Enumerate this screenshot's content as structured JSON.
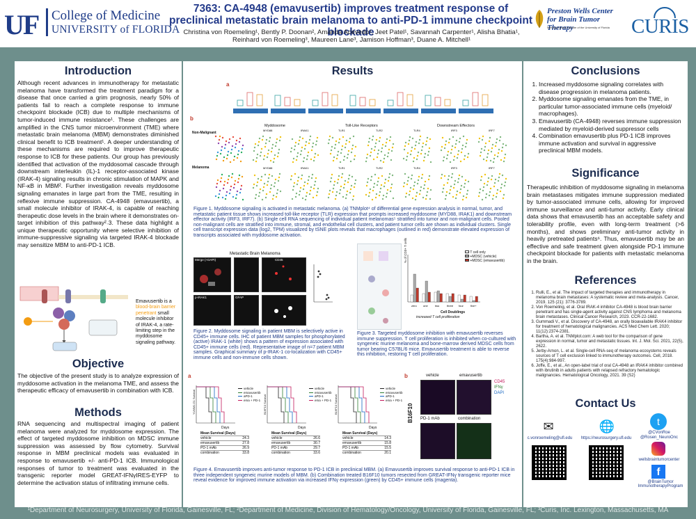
{
  "header": {
    "uf_mark": "UF",
    "college_line1": "College of Medicine",
    "college_line2": "UNIVERSITY of FLORIDA",
    "title": "7363: CA-4948 (emavusertib) improves treatment response of preclinical metastatic brain melanoma to anti-PD-1 immune checkpoint blockade",
    "authors": "Christina von Roemeling¹, Bently P. Doonan², Amanda Acevedo¹, Jeet Patel¹, Savannah Carpenter¹, Alisha Bhatia¹, Reinhard von Roemeling³, Maureen Lane³, Jamison Hoffman³, Duane A. Mitchell¹",
    "center_name_line1": "Preston Wells Center",
    "center_name_line2": "for Brain Tumor Therapy",
    "center_sub": "McKnight Brain Institute of the University of Florida",
    "curis_logo": "CURIS"
  },
  "introduction": {
    "heading": "Introduction",
    "text": "Although recent advances in immunotherapy for metastatic melanoma have transformed the treatment paradigm for a disease that once carried a grim prognosis, nearly 50% of patients fail to reach a complete response to immune checkpoint blockade (ICB) due to multiple mechanisms of tumor-induced immune resistance¹. These challenges are amplified in the CNS tumor microenvironment (TME) where metastatic brain melanoma (MBM) demonstrates diminished clinical benefit to ICB treatment¹. A deeper understanding of these mechanisms are required to improve therapeutic response to ICB for these patients. Our group has previously identified that activation of the myddosomal cascade through downstream interleukin (IL)-1 receptor-associated kinase (IRAK-4) signaling results in chronic stimulation of MAPK and NF-κB in MBM². Further investigation reveals myddosome signaling emanates in large part from the TME, resulting in reflexive immune suppression. CA-4948 (emavusertib), a small molecule inhibitor of IRAK-4, is capable of reaching therapeutic dose levels in the brain where it demonstrates on-target inhibition of this pathway²˒3. These data highlight a unique therapeutic opportunity where selective inhibition of immune-suppressive signaling via targeted IRAK-4 blockade may sensitize MBM to anti-PD-1 ICB.",
    "diagram_caption_pre": "Emavusertib is a ",
    "diagram_caption_hl": "blood-brain barrier penetrant",
    "diagram_caption_post": " small molecule inhibitor of IRAK-4, a rate-limiting step in the myddosome signaling pathway.",
    "highlight_color": "#f39c12"
  },
  "objective": {
    "heading": "Objective",
    "text": "The objective of the present study is to analyze expression of myddosome activation in the melanoma TME, and assess the therapeutic efficacy of emavusertib in combination with ICB."
  },
  "methods": {
    "heading": "Methods",
    "text": "RNA sequencing and multispectral imaging of patient melanoma were analyzed for myddosome expression. The effect of targeted myddosome inhibition on MDSC immune suppression was assessed by flow cytometry. Survival response in MBM preclinical models was evaluated in response to emavusertib +/- anti-PD-1 ICB. Immunological responses of tumor to treatment was evaluated in the transgenic reporter model GREAT-IFNγIRES-EYFP to determine the activation status of infiltrating immune cells."
  },
  "results": {
    "heading": "Results",
    "panel_a": "a",
    "panel_b": "b",
    "fig1_row_labels": [
      "Non-Malignant",
      "Melanoma"
    ],
    "fig1_col_groups": [
      "Myddosome",
      "Toll-Like Receptors",
      "Downstream Effectors"
    ],
    "fig1_genes": [
      "MYD88",
      "IRAK1",
      "TLR1",
      "TLR2",
      "TLR4",
      "IRF3",
      "IRF7"
    ],
    "fig1_caption": "Figure 1. Myddosome signaling is activated in metastatic melanoma. (a) TNMplot⁴ of differential gene expression analysis in normal, tumor, and metastatic patient tissue shows increased toll-like receptor (TLR) expression that prompts increased myddosome (MYD88, IRAK1) and downstream effector activity (IRF3, IRF7). (b) Single cell RNA sequencing of individual patient melanomas⁵ stratified into tumor and non-malignant cells. Pooled non-malignant cells are stratified into immune, stromal, and endothelial cell clusters, and patient tumor cells are shown as individual clusters. Single cell transcript expression data (log2, TPM) visualized by tSNE plots reveals that macrophages (outlined in red) demonstrate elevated expression of transcripts associated with myddosome activation.",
    "fig2_title": "Metastatic Brain Melanoma",
    "fig2_labels": [
      "Merge (+DAPI)",
      "CD45",
      "p-IRAK1",
      "GFAP"
    ],
    "fig2_caption": "Figure 2. Myddosome signaling in patient MBM is selectively active in CD45+ immune cells. IHC of patient MBM samples for phosphorylated (active) IRAK-1 (white) shows a pattern of expression associated with CD45+ immune cells (red). Representative image of n=7 patient MBM samples. Graphical summary of p-IRAK-1 co-localization with CD45+ immune cells and non-immune cells shown.",
    "fig3_legend": [
      "T cell only",
      "+MDSC (vehicle)",
      "+MDSC (emavusertib)"
    ],
    "fig3_ylabel": "% of CD3+ T cells",
    "fig3_xlabel": "Cell Doublings",
    "fig3_xlabel2": "increased T cell proliferation",
    "fig3_categories": [
      "zero",
      "one",
      "two",
      "three",
      "four",
      "five+"
    ],
    "fig3_caption": "Figure 3. Targeted myddosome inhibition with emavusertib reverses immune suppression. T cell proliferation is inhibited when co-cultured with syngeneic murine melanoma and bone-marrow derived MDSC cells from tumor bearing C57BL/6 mice. Emavusertib treatment is able to reverse this inhibition, restoring T cell proliferation.",
    "fig4_panel_a": "a",
    "fig4_panel_b": "b",
    "fig4_legend": [
      "vehicle",
      "emavusertib",
      "aPD-1",
      "ema + PD-1"
    ],
    "fig4_xlabel": "Days",
    "fig4_ylabels": [
      "YUMM1.G1 Survival",
      "B16F10 Survival",
      "B16F10 Survival"
    ],
    "fig4_tables": [
      {
        "title": "Mean Survival (Days)",
        "rows": [
          [
            "vehicle",
            "24.3"
          ],
          [
            "emavusertib",
            "27.8"
          ],
          [
            "PD-1 mAb",
            "26.9"
          ],
          [
            "combination",
            "33.8"
          ]
        ]
      },
      {
        "title": "Mean Survival (Days)",
        "rows": [
          [
            "vehicle",
            "26.6"
          ],
          [
            "emavusertib",
            "30.7"
          ],
          [
            "PD-1 mAb",
            "29.7"
          ],
          [
            "combination",
            "33.6"
          ]
        ]
      },
      {
        "title": "Mean Survival (Days)",
        "rows": [
          [
            "vehicle",
            "14.3"
          ],
          [
            "emavusertib",
            "15.8"
          ],
          [
            "PD-1 mAb",
            "15.5"
          ],
          [
            "combination",
            "20.1"
          ]
        ]
      }
    ],
    "fig4_img_labels": [
      "vehicle",
      "emavusertib",
      "PD-1 mAb",
      "combination"
    ],
    "fig4_side_label": "B16F10",
    "fig4_channels": [
      "CD45",
      "IFNγ",
      "DAPI"
    ],
    "fig4_caption": "Figure 4. Emavusertib improves anti-tumor response to PD-1 ICB in preclinical MBM. (a) Emavusertib improves survival response to anti-PD-1 ICB in three independent syngeneic murine models of MBM. (b) Combination treated B16F10 tumors resected from GREAT-IFNγ transgenic reporter mice reveal evidence for improved immune activation via increased IFNγ expression (green) by CD45+ immune cells (magenta)."
  },
  "conclusions": {
    "heading": "Conclusions",
    "items": [
      "Increased myddosome signaling correlates with disease progression in melanoma patients.",
      "Myddosome signaling emanates from the TME, in particular tumor-associated immune cells (myeloid/ macrophages).",
      "Emavusertib (CA-4948) reverses immune suppression mediated by myeloid-derived suppressor cells",
      "Combination emavusertib plus PD-1 ICB improves immune activation and survival in aggressive preclinical MBM models."
    ]
  },
  "significance": {
    "heading": "Significance",
    "text": "Therapeutic inhibition of myddosome signaling in melanoma brain metastases mitigates immune suppression mediated by tumor-associated immune cells, allowing for improved immune surveillance and anti-tumor activity. Early clinical data shows that emavusertib has an acceptable safety and tolerability profile, even with long-term treatment (>6 months), and shows preliminary anti-tumor activity in heavily pretreated patients⁶. Thus, emavusertib may be an effective and safe treatment given alongside PD-1 immune checkpoint blockade for patients with metastatic melanoma in the brain."
  },
  "references": {
    "heading": "References",
    "items": [
      "Rulli, E., et al. The impact of targeted therapies and immunotherapy in melanoma brain metastases: A systematic review and meta-analysis. Cancer, 2019. 125 (21): 3776-3789.",
      "Von Roemeling, et al. Oral IRAK-4 inhibitor CA-4948 is blood brain barrier penetrant and has single-agent activity against CNS lymphoma and melanoma brain metastases. Clinical Cancer Research, 2023. CCR-22-1682.",
      "Gummadi V., et al. Discovery of CA-4948, an orally bioavailable IRAK4 inhibitor for treatment of hematological malignancies. ACS Med Chem Lett. 2020; 11(12):2374-2381.",
      "Bartha, A. et al. TNMplot.com: A web tool for the comparison of gene expression in normal, tumor and metastatic tissues. Int. J. Mol. Sci. 2021, 22(5), 2622.",
      "Jerby-Arnon, L. et al. Single-cell RNA-seq of melanoma ecosystems reveals sources of T cell exclusion linked to immunotherapy outcomes. Cell, 2018. 175(4):984-997.",
      "Joffe, E., et al., An open-label trial of oral CA-4948 an IRAK4 inhibitor combined with ibrutinib in adults patients with relapsed refractory hematologic malignancies. Hematological Oncology, 2021. 39 (S2)"
    ]
  },
  "contact": {
    "heading": "Contact Us",
    "email": "c.vonroemeling@ufl.edu",
    "website": "https://neurosurgery.ufl.edu",
    "twitter_handle": "@CVonRoe",
    "twitter_handle2": "@Rosen_NeuroOnc",
    "instagram": "wellsbraintumorcenter",
    "facebook": "@BrainTumor ImmunotherapyProgram"
  },
  "footer": "¹Department of Neurosurgery, University of Florida, Gainesville, FL; ²Department of Medicine, Division of Hematology/Oncology, University of Florida, Gainesville, FL; ³Curis, Inc. Lexington, Massachusetts, MA",
  "colors": {
    "uf_blue": "#1f3c88",
    "background": "#6e8f8c",
    "caption_blue": "#1f3c88"
  }
}
